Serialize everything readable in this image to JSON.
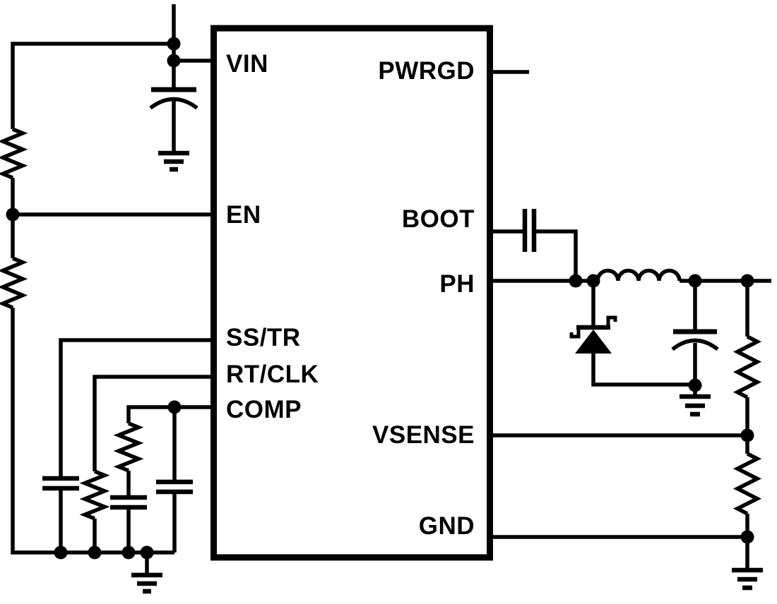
{
  "colors": {
    "ink": "#000000",
    "background": "#ffffff"
  },
  "ic": {
    "left_pins": [
      {
        "label": "VIN"
      },
      {
        "label": "EN"
      },
      {
        "label": "SS/TR"
      },
      {
        "label": "RT/CLK"
      },
      {
        "label": "COMP"
      }
    ],
    "right_pins": [
      {
        "label": "PWRGD"
      },
      {
        "label": "BOOT"
      },
      {
        "label": "PH"
      },
      {
        "label": "VSENSE"
      },
      {
        "label": "GND"
      }
    ]
  },
  "symbols": {
    "capacitors": [
      "input-capacitor",
      "soft-start-capacitor",
      "comp-series-capacitor",
      "comp-parallel-capacitor",
      "boot-capacitor",
      "output-capacitor"
    ],
    "resistors": [
      "enable-divider-top-resistor",
      "enable-divider-bottom-resistor",
      "rt-clk-resistor",
      "comp-series-resistor",
      "feedback-top-resistor",
      "feedback-bottom-resistor"
    ],
    "inductors": [
      "output-inductor"
    ],
    "diodes": [
      "catch-schottky-diode"
    ],
    "grounds": [
      "input-ground",
      "comp-ground",
      "output-ground",
      "feedback-ground"
    ]
  }
}
